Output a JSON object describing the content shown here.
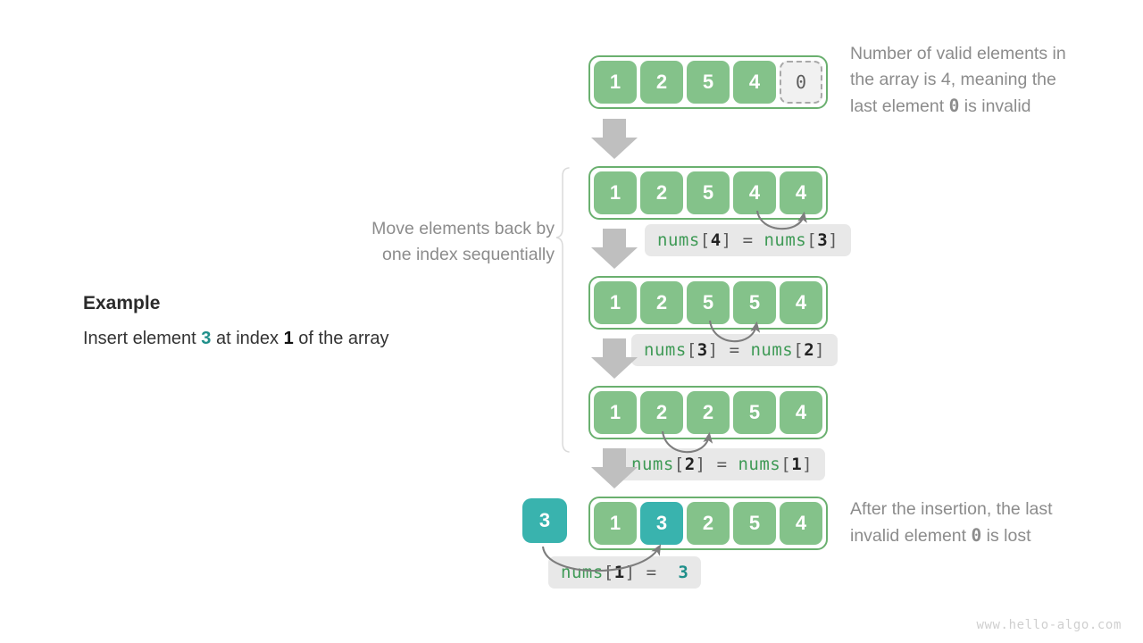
{
  "footer": {
    "watermark": "www.hello-algo.com"
  },
  "example": {
    "title": "Example",
    "line_pre": "Insert element ",
    "line_value": "3",
    "line_mid": " at index ",
    "line_index": "1",
    "line_post": " of the array"
  },
  "brace_note": {
    "line1": "Move elements back by",
    "line2": "one index sequentially"
  },
  "notes": {
    "top": {
      "line1": "Number of valid elements in",
      "line2_pre": "the array is 4, meaning the",
      "line3_pre": "last element ",
      "line3_mono": "0",
      "line3_post": " is invalid"
    },
    "bottom": {
      "line1": "After the insertion, the last",
      "line2_pre": "invalid element ",
      "line2_mono": "0",
      "line2_post": " is lost"
    }
  },
  "rows": [
    {
      "name": "row-initial",
      "cells": [
        {
          "value": "1",
          "style": "green"
        },
        {
          "value": "2",
          "style": "green"
        },
        {
          "value": "5",
          "style": "green"
        },
        {
          "value": "4",
          "style": "green"
        },
        {
          "value": "0",
          "style": "invalid"
        }
      ]
    },
    {
      "name": "row-step-1",
      "cells": [
        {
          "value": "1",
          "style": "green"
        },
        {
          "value": "2",
          "style": "green"
        },
        {
          "value": "5",
          "style": "green"
        },
        {
          "value": "4",
          "style": "green"
        },
        {
          "value": "4",
          "style": "green"
        }
      ]
    },
    {
      "name": "row-step-2",
      "cells": [
        {
          "value": "1",
          "style": "green"
        },
        {
          "value": "2",
          "style": "green"
        },
        {
          "value": "5",
          "style": "green"
        },
        {
          "value": "5",
          "style": "green"
        },
        {
          "value": "4",
          "style": "green"
        }
      ]
    },
    {
      "name": "row-step-3",
      "cells": [
        {
          "value": "1",
          "style": "green"
        },
        {
          "value": "2",
          "style": "green"
        },
        {
          "value": "2",
          "style": "green"
        },
        {
          "value": "5",
          "style": "green"
        },
        {
          "value": "4",
          "style": "green"
        }
      ]
    },
    {
      "name": "row-final",
      "cells": [
        {
          "value": "1",
          "style": "green"
        },
        {
          "value": "3",
          "style": "teal"
        },
        {
          "value": "2",
          "style": "green"
        },
        {
          "value": "5",
          "style": "green"
        },
        {
          "value": "4",
          "style": "green"
        }
      ]
    }
  ],
  "solo_box": {
    "value": "3"
  },
  "code_chips": [
    {
      "name": "code-nums4-eq-nums3",
      "id1": "nums",
      "lb1": "[",
      "i1": "4",
      "rb1": "]",
      "eq": "=",
      "id2": "nums",
      "lb2": "[",
      "i2": "3",
      "rb2": "]"
    },
    {
      "name": "code-nums3-eq-nums2",
      "id1": "nums",
      "lb1": "[",
      "i1": "3",
      "rb1": "]",
      "eq": "=",
      "id2": "nums",
      "lb2": "[",
      "i2": "2",
      "rb2": "]"
    },
    {
      "name": "code-nums2-eq-nums1",
      "id1": "nums",
      "lb1": "[",
      "i1": "2",
      "rb1": "]",
      "eq": "=",
      "id2": "nums",
      "lb2": "[",
      "i2": "1",
      "rb2": "]"
    },
    {
      "name": "code-nums1-eq-3",
      "id1": "nums",
      "lb1": "[",
      "i1": "1",
      "rb1": "]",
      "eq": "=",
      "value": "3"
    }
  ],
  "colors": {
    "green_fill": "#84c28a",
    "green_border": "#6ab06f",
    "teal": "#39b3ae",
    "arrow_gray": "#bdbdbd",
    "curve_gray": "#8a8a8a",
    "chip_bg": "#e8e8e8",
    "note_text": "#8c8c8c"
  }
}
